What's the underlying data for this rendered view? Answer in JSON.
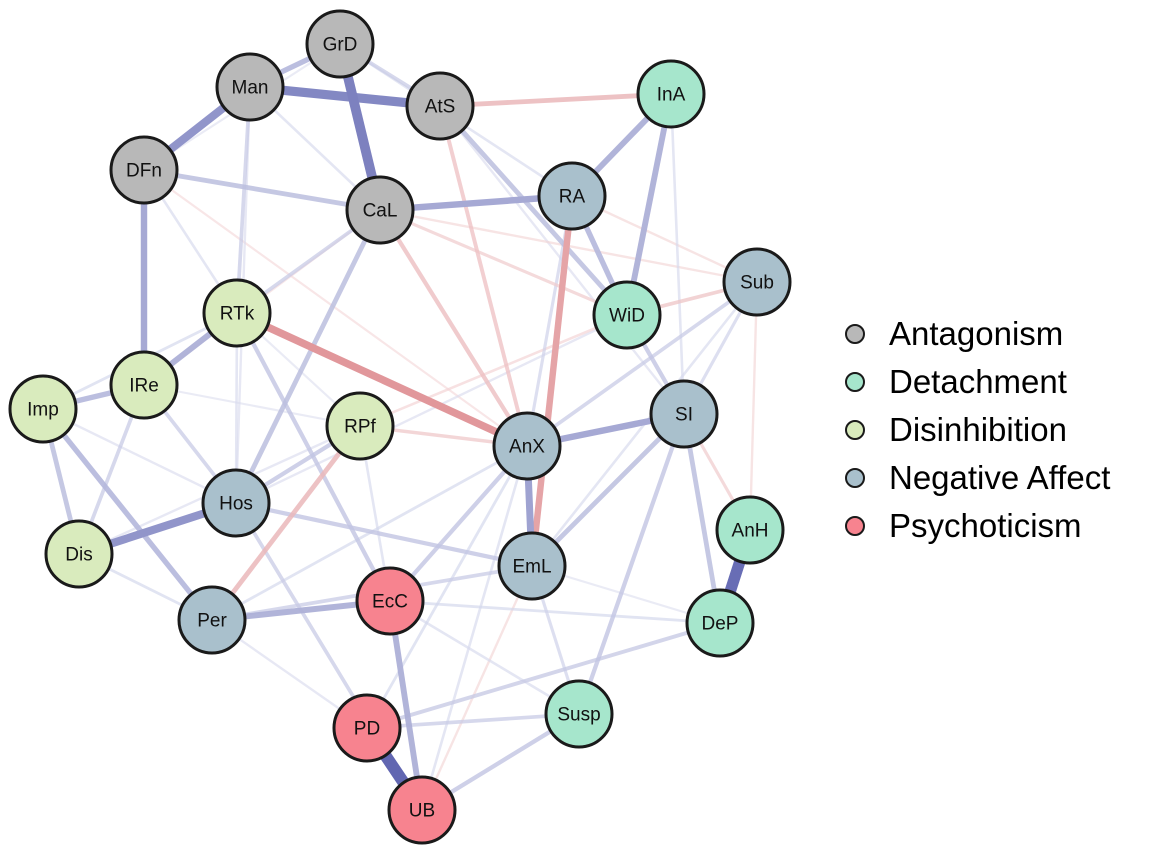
{
  "groups": [
    {
      "name": "Antagonism",
      "color": "#b8b8b8"
    },
    {
      "name": "Detachment",
      "color": "#a6e6cc"
    },
    {
      "name": "Disinhibition",
      "color": "#d9ebbd"
    },
    {
      "name": "Negative Affect",
      "color": "#a9c0cc"
    },
    {
      "name": "Psychoticism",
      "color": "#f7838f"
    }
  ],
  "nodes": [
    {
      "id": "GrD",
      "group": "Antagonism"
    },
    {
      "id": "Man",
      "group": "Antagonism"
    },
    {
      "id": "AtS",
      "group": "Antagonism"
    },
    {
      "id": "DFn",
      "group": "Antagonism"
    },
    {
      "id": "CaL",
      "group": "Antagonism"
    },
    {
      "id": "InA",
      "group": "Detachment"
    },
    {
      "id": "WiD",
      "group": "Detachment"
    },
    {
      "id": "AnH",
      "group": "Detachment"
    },
    {
      "id": "DeP",
      "group": "Detachment"
    },
    {
      "id": "Susp",
      "group": "Detachment"
    },
    {
      "id": "RTk",
      "group": "Disinhibition"
    },
    {
      "id": "IRe",
      "group": "Disinhibition"
    },
    {
      "id": "Imp",
      "group": "Disinhibition"
    },
    {
      "id": "RPf",
      "group": "Disinhibition"
    },
    {
      "id": "Dis",
      "group": "Disinhibition"
    },
    {
      "id": "RA",
      "group": "Negative Affect"
    },
    {
      "id": "Sub",
      "group": "Negative Affect"
    },
    {
      "id": "SI",
      "group": "Negative Affect"
    },
    {
      "id": "AnX",
      "group": "Negative Affect"
    },
    {
      "id": "Hos",
      "group": "Negative Affect"
    },
    {
      "id": "EmL",
      "group": "Negative Affect"
    },
    {
      "id": "Per",
      "group": "Negative Affect"
    },
    {
      "id": "EcC",
      "group": "Psychoticism"
    },
    {
      "id": "PD",
      "group": "Psychoticism"
    },
    {
      "id": "UB",
      "group": "Psychoticism"
    }
  ],
  "edges": [
    {
      "from": "PD",
      "to": "UB",
      "sign": "positive",
      "weight": 0.95
    },
    {
      "from": "AnH",
      "to": "DeP",
      "sign": "positive",
      "weight": 0.9
    },
    {
      "from": "GrD",
      "to": "CaL",
      "sign": "positive",
      "weight": 0.75
    },
    {
      "from": "Man",
      "to": "AtS",
      "sign": "positive",
      "weight": 0.7
    },
    {
      "from": "Man",
      "to": "DFn",
      "sign": "positive",
      "weight": 0.6
    },
    {
      "from": "Hos",
      "to": "Dis",
      "sign": "positive",
      "weight": 0.6
    },
    {
      "from": "AnX",
      "to": "EmL",
      "sign": "positive",
      "weight": 0.5
    },
    {
      "from": "RTk",
      "to": "AnX",
      "sign": "negative",
      "weight": 0.55
    },
    {
      "from": "RA",
      "to": "EmL",
      "sign": "negative",
      "weight": 0.45
    },
    {
      "from": "AnX",
      "to": "SI",
      "sign": "positive",
      "weight": 0.45
    },
    {
      "from": "DFn",
      "to": "IRe",
      "sign": "positive",
      "weight": 0.45
    },
    {
      "from": "CaL",
      "to": "RA",
      "sign": "positive",
      "weight": 0.45
    },
    {
      "from": "InA",
      "to": "WiD",
      "sign": "positive",
      "weight": 0.4
    },
    {
      "from": "InA",
      "to": "RA",
      "sign": "positive",
      "weight": 0.4
    },
    {
      "from": "RA",
      "to": "WiD",
      "sign": "positive",
      "weight": 0.35
    },
    {
      "from": "Per",
      "to": "EcC",
      "sign": "positive",
      "weight": 0.4
    },
    {
      "from": "EcC",
      "to": "UB",
      "sign": "positive",
      "weight": 0.4
    },
    {
      "from": "RTk",
      "to": "IRe",
      "sign": "positive",
      "weight": 0.4
    },
    {
      "from": "IRe",
      "to": "Imp",
      "sign": "positive",
      "weight": 0.35
    },
    {
      "from": "Imp",
      "to": "Per",
      "sign": "positive",
      "weight": 0.35
    },
    {
      "from": "Imp",
      "to": "Dis",
      "sign": "positive",
      "weight": 0.3
    },
    {
      "from": "Man",
      "to": "GrD",
      "sign": "positive",
      "weight": 0.35
    },
    {
      "from": "DFn",
      "to": "CaL",
      "sign": "positive",
      "weight": 0.3
    },
    {
      "from": "AtS",
      "to": "InA",
      "sign": "negative",
      "weight": 0.3
    },
    {
      "from": "AtS",
      "to": "WiD",
      "sign": "positive",
      "weight": 0.3
    },
    {
      "from": "CaL",
      "to": "Hos",
      "sign": "positive",
      "weight": 0.3
    },
    {
      "from": "Hos",
      "to": "RPf",
      "sign": "positive",
      "weight": 0.25
    },
    {
      "from": "Hos",
      "to": "EmL",
      "sign": "positive",
      "weight": 0.25
    },
    {
      "from": "RPf",
      "to": "Per",
      "sign": "negative",
      "weight": 0.3
    },
    {
      "from": "CaL",
      "to": "AnX",
      "sign": "negative",
      "weight": 0.25
    },
    {
      "from": "AtS",
      "to": "AnX",
      "sign": "negative",
      "weight": 0.22
    },
    {
      "from": "SI",
      "to": "DeP",
      "sign": "positive",
      "weight": 0.3
    },
    {
      "from": "SI",
      "to": "Susp",
      "sign": "positive",
      "weight": 0.25
    },
    {
      "from": "SI",
      "to": "EmL",
      "sign": "positive",
      "weight": 0.3
    },
    {
      "from": "WiD",
      "to": "Sub",
      "sign": "negative",
      "weight": 0.2
    },
    {
      "from": "WiD",
      "to": "SI",
      "sign": "positive",
      "weight": 0.25
    },
    {
      "from": "AnX",
      "to": "EcC",
      "sign": "positive",
      "weight": 0.25
    },
    {
      "from": "EmL",
      "to": "Per",
      "sign": "positive",
      "weight": 0.2
    },
    {
      "from": "Susp",
      "to": "UB",
      "sign": "positive",
      "weight": 0.25
    },
    {
      "from": "PD",
      "to": "DeP",
      "sign": "positive",
      "weight": 0.22
    },
    {
      "from": "RTk",
      "to": "EcC",
      "sign": "positive",
      "weight": 0.25
    },
    {
      "from": "GrD",
      "to": "AtS",
      "sign": "positive",
      "weight": 0.2
    },
    {
      "from": "Man",
      "to": "RTk",
      "sign": "positive",
      "weight": 0.2
    },
    {
      "from": "RTk",
      "to": "CaL",
      "sign": "positive",
      "weight": 0.2
    },
    {
      "from": "IRe",
      "to": "Dis",
      "sign": "positive",
      "weight": 0.2
    },
    {
      "from": "IRe",
      "to": "Hos",
      "sign": "positive",
      "weight": 0.2
    },
    {
      "from": "Hos",
      "to": "UB",
      "sign": "positive",
      "weight": 0.2
    },
    {
      "from": "PD",
      "to": "Susp",
      "sign": "positive",
      "weight": 0.2
    },
    {
      "from": "Sub",
      "to": "AnX",
      "sign": "positive",
      "weight": 0.2
    },
    {
      "from": "RPf",
      "to": "AnX",
      "sign": "negative",
      "weight": 0.18
    },
    {
      "from": "Sub",
      "to": "SI",
      "sign": "positive",
      "weight": 0.15
    },
    {
      "from": "AnH",
      "to": "SI",
      "sign": "negative",
      "weight": 0.15
    },
    {
      "from": "EmL",
      "to": "Susp",
      "sign": "positive",
      "weight": 0.15
    },
    {
      "from": "RA",
      "to": "AnX",
      "sign": "positive",
      "weight": 0.15
    },
    {
      "from": "CaL",
      "to": "WiD",
      "sign": "negative",
      "weight": 0.15
    },
    {
      "from": "DeP",
      "to": "EcC",
      "sign": "positive",
      "weight": 0.12
    },
    {
      "from": "PD",
      "to": "AnX",
      "sign": "positive",
      "weight": 0.12
    },
    {
      "from": "Per",
      "to": "AnX",
      "sign": "positive",
      "weight": 0.12
    },
    {
      "from": "Imp",
      "to": "RTk",
      "sign": "positive",
      "weight": 0.12
    },
    {
      "from": "Dis",
      "to": "Per",
      "sign": "positive",
      "weight": 0.12
    },
    {
      "from": "RTk",
      "to": "Hos",
      "sign": "positive",
      "weight": 0.1
    },
    {
      "from": "DFn",
      "to": "RTk",
      "sign": "positive",
      "weight": 0.1
    },
    {
      "from": "Man",
      "to": "CaL",
      "sign": "positive",
      "weight": 0.1
    },
    {
      "from": "GrD",
      "to": "RA",
      "sign": "positive",
      "weight": 0.1
    },
    {
      "from": "InA",
      "to": "SI",
      "sign": "positive",
      "weight": 0.1
    },
    {
      "from": "Sub",
      "to": "EmL",
      "sign": "positive",
      "weight": 0.1
    },
    {
      "from": "RPf",
      "to": "EcC",
      "sign": "positive",
      "weight": 0.1
    },
    {
      "from": "RPf",
      "to": "WiD",
      "sign": "negative",
      "weight": 0.1
    },
    {
      "from": "EcC",
      "to": "Susp",
      "sign": "positive",
      "weight": 0.1
    },
    {
      "from": "UB",
      "to": "AnX",
      "sign": "positive",
      "weight": 0.1
    },
    {
      "from": "Hos",
      "to": "WiD",
      "sign": "positive",
      "weight": 0.08
    },
    {
      "from": "Dis",
      "to": "RPf",
      "sign": "positive",
      "weight": 0.08
    },
    {
      "from": "Imp",
      "to": "Hos",
      "sign": "positive",
      "weight": 0.08
    },
    {
      "from": "Per",
      "to": "PD",
      "sign": "positive",
      "weight": 0.08
    },
    {
      "from": "Man",
      "to": "Hos",
      "sign": "positive",
      "weight": 0.08
    },
    {
      "from": "AtS",
      "to": "SI",
      "sign": "positive",
      "weight": 0.08
    },
    {
      "from": "EmL",
      "to": "UB",
      "sign": "negative",
      "weight": 0.08
    },
    {
      "from": "Sub",
      "to": "AnH",
      "sign": "negative",
      "weight": 0.08
    },
    {
      "from": "RA",
      "to": "Sub",
      "sign": "negative",
      "weight": 0.08
    },
    {
      "from": "CaL",
      "to": "Sub",
      "sign": "negative",
      "weight": 0.08
    },
    {
      "from": "DFn",
      "to": "AnX",
      "sign": "negative",
      "weight": 0.06
    },
    {
      "from": "IRe",
      "to": "RPf",
      "sign": "positive",
      "weight": 0.06
    },
    {
      "from": "RTk",
      "to": "RPf",
      "sign": "positive",
      "weight": 0.06
    },
    {
      "from": "EmL",
      "to": "DeP",
      "sign": "positive",
      "weight": 0.06
    },
    {
      "from": "GrD",
      "to": "DFn",
      "sign": "positive",
      "weight": 0.06
    },
    {
      "from": "IRe",
      "to": "CaL",
      "sign": "negative",
      "weight": 0.06
    }
  ]
}
